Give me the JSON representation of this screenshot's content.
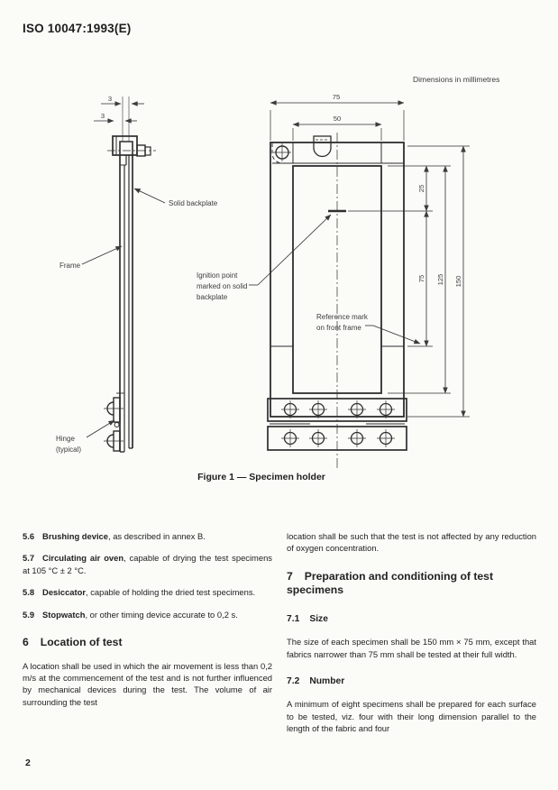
{
  "page": {
    "header": "ISO 10047:1993(E)",
    "page_number": "2"
  },
  "figure": {
    "note": "Dimensions in millimetres",
    "caption": "Figure 1 — Specimen holder",
    "side_view": {
      "dim_top": "3",
      "dim_mid": "3",
      "label_backplate": "Solid backplate",
      "label_frame": "Frame",
      "label_hinge_1": "Hinge",
      "label_hinge_2": "(typical)"
    },
    "front_view": {
      "dim_width": "75",
      "dim_window": "50",
      "dim_25": "25",
      "dim_75": "75",
      "dim_125": "125",
      "dim_150": "150",
      "label_ignition_1": "Ignition point",
      "label_ignition_2": "marked on solid",
      "label_ignition_3": "backplate",
      "label_reference_1": "Reference mark",
      "label_reference_2": "on front frame"
    }
  },
  "sections": {
    "left": [
      {
        "num": "5.6",
        "term": "Brushing device",
        "rest": ", as described in annex B."
      },
      {
        "num": "5.7",
        "term": "Circulating air oven",
        "rest": ", capable of drying the test specimens at 105 °C ± 2 °C."
      },
      {
        "num": "5.8",
        "term": "Desiccator",
        "rest": ", capable of holding the dried test specimens."
      },
      {
        "num": "5.9",
        "term": "Stopwatch",
        "rest": ", or other timing device accurate to 0,2 s."
      },
      {
        "num": "6",
        "title": "Location of test"
      },
      {
        "text": "A location shall be used in which the air movement is less than 0,2 m/s at the commencement of the test and is not further influenced by mechanical devices during the test. The volume of air surrounding the test"
      }
    ],
    "right": [
      {
        "text": "location shall be such that the test is not affected by any reduction of oxygen concentration."
      },
      {
        "num": "7",
        "title": "Preparation and conditioning of test specimens"
      },
      {
        "num": "7.1",
        "title": "Size"
      },
      {
        "text": "The size of each specimen shall be 150 mm  ×  75 mm, except that fabrics narrower than 75 mm shall be tested at their full width."
      },
      {
        "num": "7.2",
        "title": "Number"
      },
      {
        "text": "A minimum of eight specimens shall be prepared for each surface to be tested, viz. four with their long dimension parallel to the length of the fabric and four"
      }
    ]
  }
}
